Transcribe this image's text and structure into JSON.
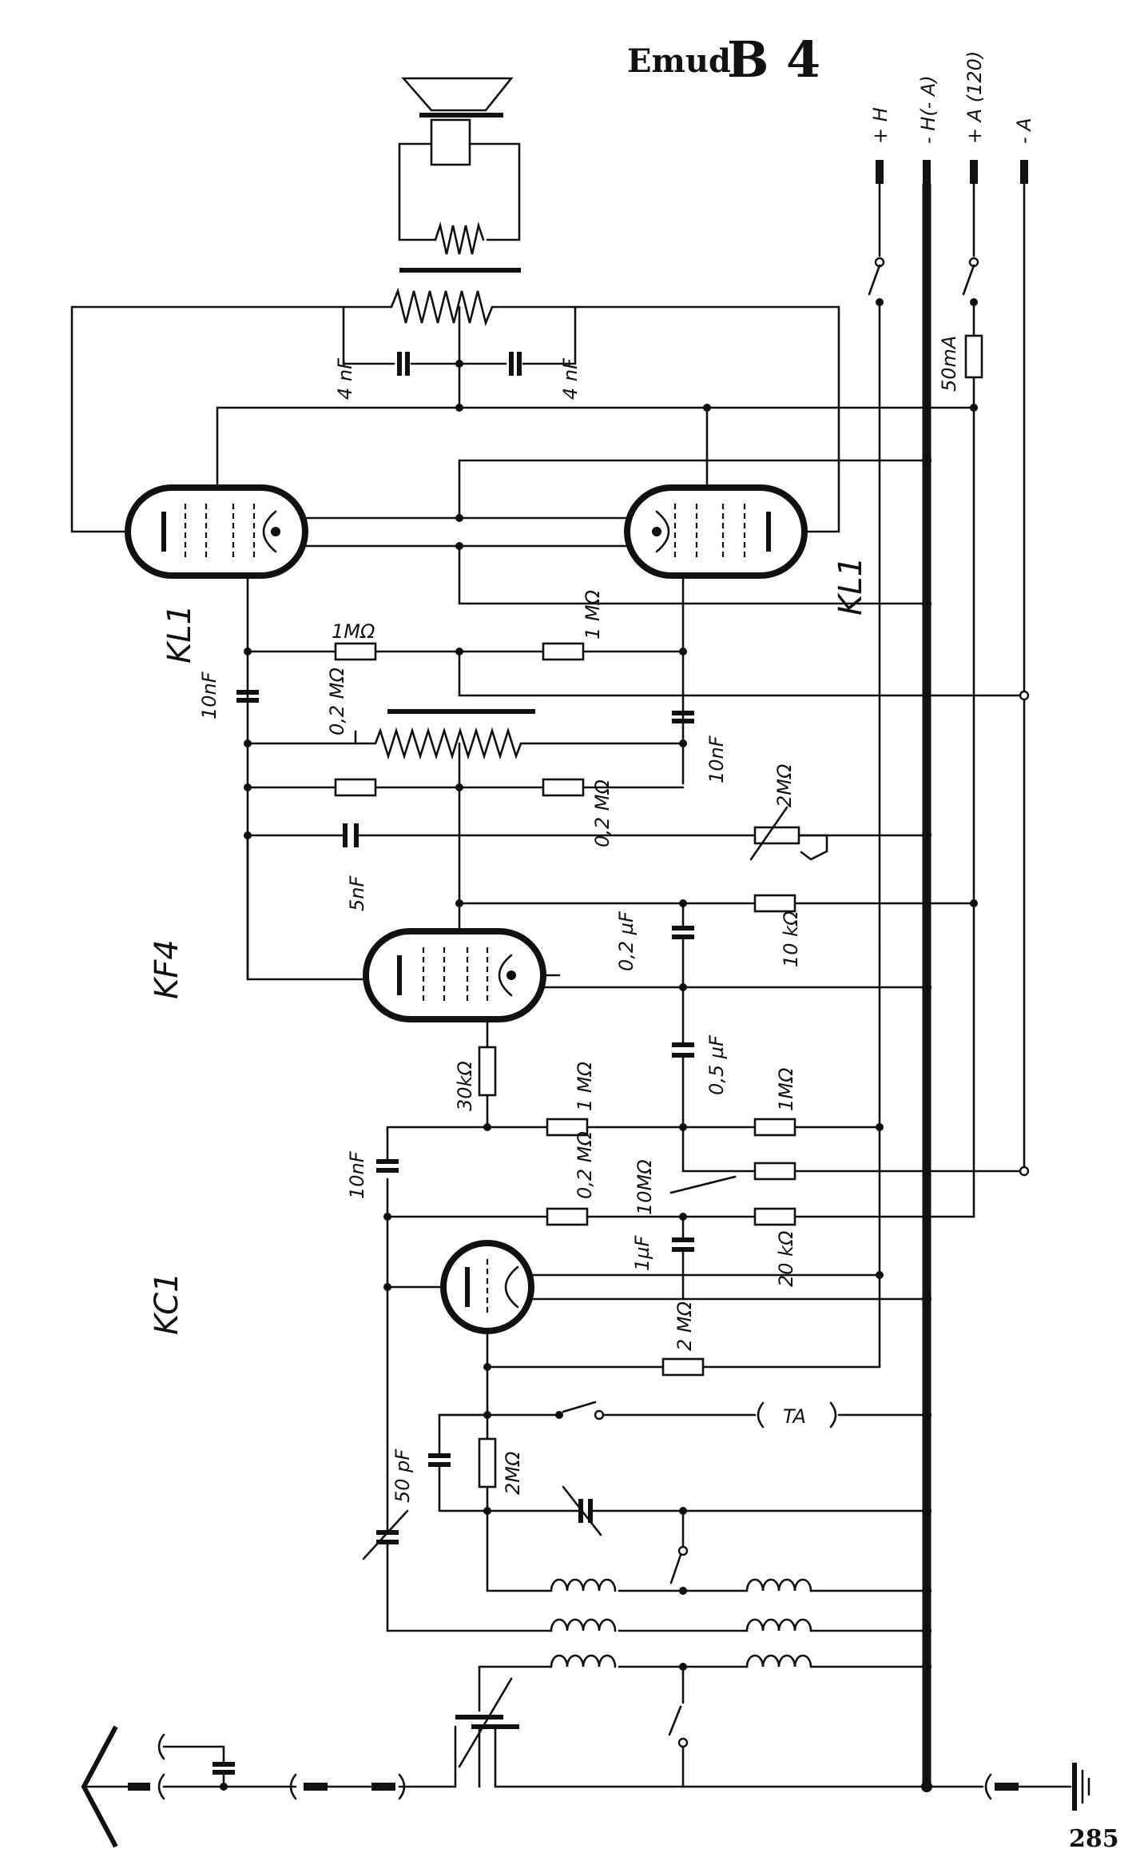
{
  "title": {
    "brand": "Emud",
    "model": "B 4"
  },
  "page_number": "285",
  "terminals": [
    "+ H",
    "- H(- A)",
    "+ A (120)",
    "- A"
  ],
  "tubes": [
    "KL1",
    "KL1",
    "KF4",
    "KC1"
  ],
  "components": {
    "c_out_1": "4 nF",
    "c_out_2": "4 nF",
    "fuse": "50mA",
    "r_kl1_a": "1MΩ",
    "r_kl1_b": "1 MΩ",
    "c_kl1_a": "10nF",
    "c_kl1_b": "10nF",
    "r_02_top": "0,2 MΩ",
    "r_02_mid": "0,2 MΩ",
    "pot_tone": "2MΩ",
    "c_5n": "5nF",
    "c_02u": "0,2 µF",
    "r_10k": "10 kΩ",
    "r_30k": "30kΩ",
    "c_05u": "0,5 µF",
    "r_1m_a": "1 MΩ",
    "r_1m_b": "1MΩ",
    "c_kf4": "10nF",
    "r_02_low": "0,2 MΩ",
    "r_10m": "10MΩ",
    "c_1u": "1µF",
    "r_20k": "20 kΩ",
    "r_2m_kc1": "2 MΩ",
    "c_50p": "50 pF",
    "r_2m_grid": "2MΩ",
    "pickup": "TA"
  }
}
